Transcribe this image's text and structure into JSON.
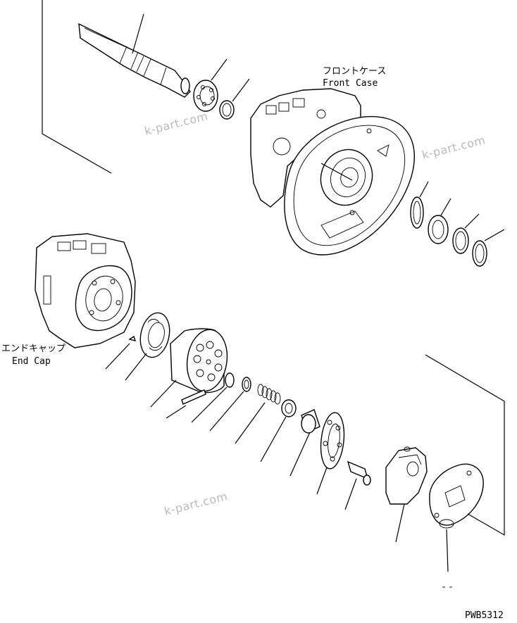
{
  "labels": {
    "front_case_jp": "フロントケース",
    "front_case_en": "Front Case",
    "end_cap_jp": "エンドキャップ",
    "end_cap_en": "End Cap",
    "drawing_code": "PWB5312"
  },
  "watermarks": [
    "k-part.com",
    "k-part.com",
    "k-part.com"
  ]
}
